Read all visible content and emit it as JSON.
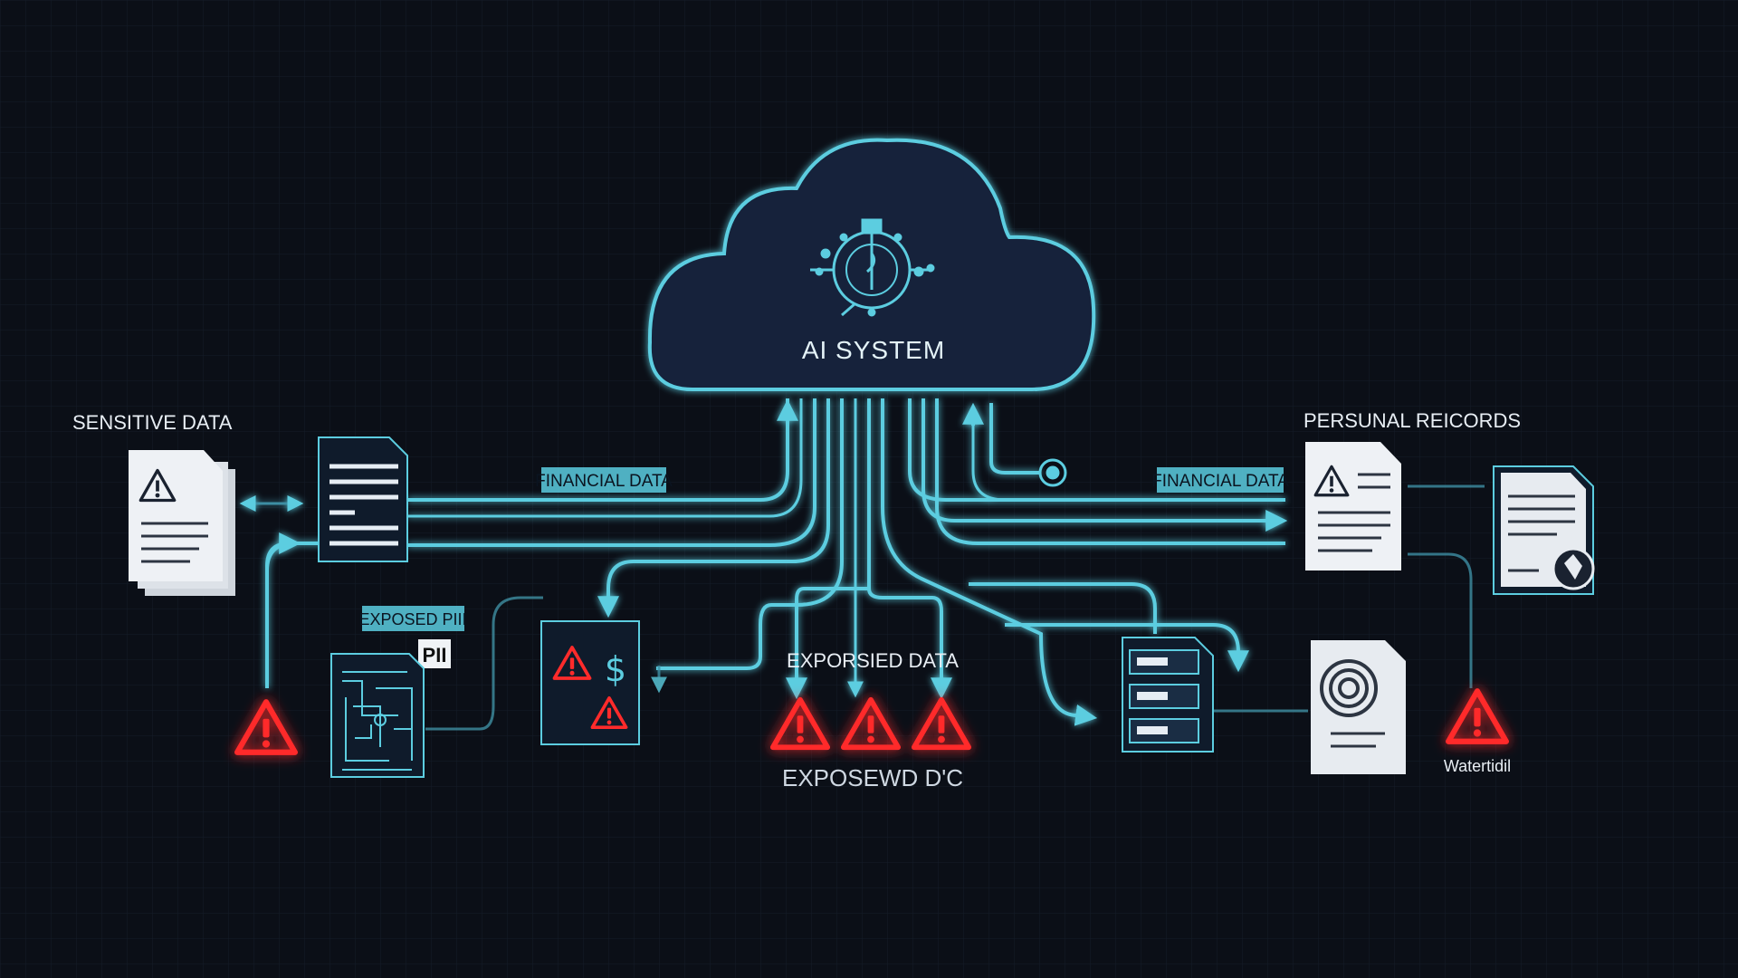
{
  "colors": {
    "background": "#0b0f17",
    "grid": "#151c28",
    "flow": "#5ccde0",
    "flow_dim": "#3e8ea3",
    "cloud_fill": "#13233a",
    "warning": "#ff2b2b",
    "doc_paper": "#e7ebf0",
    "label_chip": "#5ccde0"
  },
  "cloud": {
    "title": "AI SYSTEM",
    "icon": "ai-brain-icon"
  },
  "labels": {
    "sensitive_data": "SENSITIVE DATA",
    "personal_records": "PERSUNAL REICORDS",
    "financial_left": "FINANCIAL DATA",
    "financial_right": "FINANCIAL DATA",
    "exposed_pii": "EXPOSED PIII",
    "pii": "PII",
    "exposed_data": "EXPORSIED DATA",
    "exposed_caption": "EXPOSEWD D'C",
    "watermark_caption": "Watertidil"
  },
  "icons": [
    "warning-icon",
    "document-icon",
    "server-icon",
    "fingerprint-icon",
    "certificate-icon",
    "currency-icon",
    "lock-icon"
  ]
}
